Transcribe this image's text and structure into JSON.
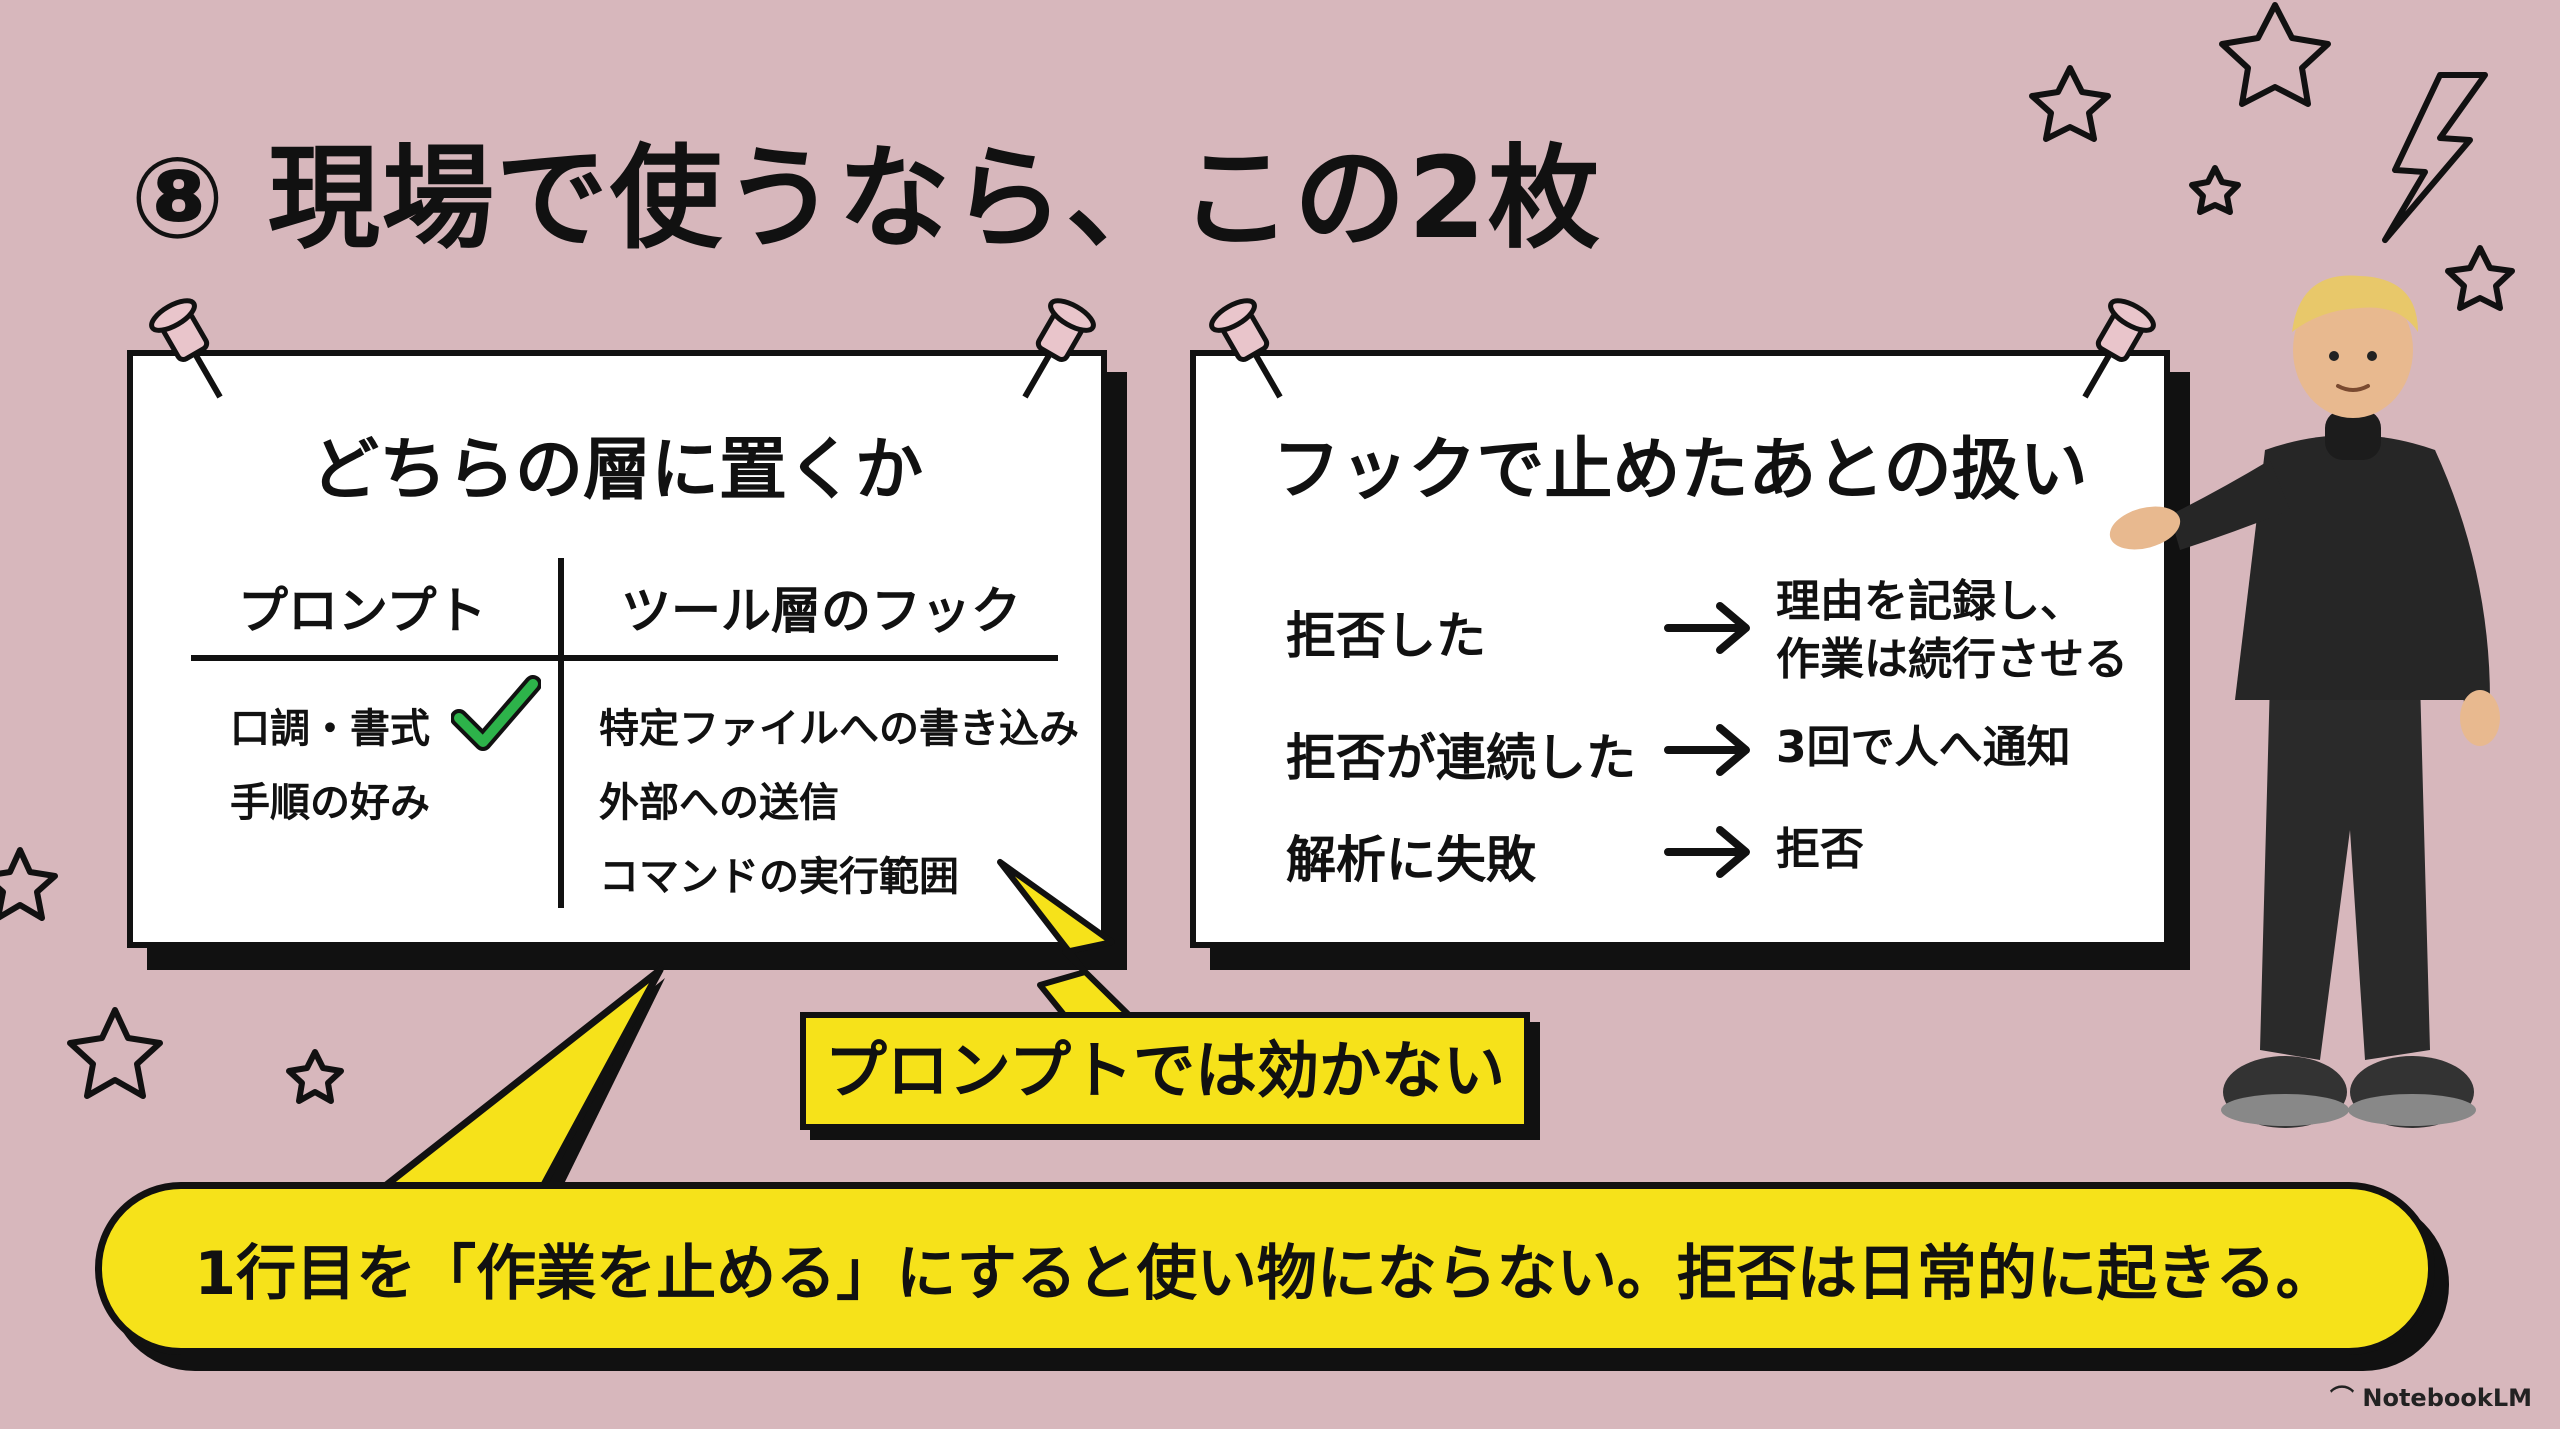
{
  "title": "⑧ 現場で使うなら、この2枚",
  "left_card": {
    "title": "どちらの層に置くか",
    "col_prompt": "プロンプト",
    "col_hook": "ツール層のフック",
    "prompt_items": [
      "口調・書式",
      "手順の好み"
    ],
    "hook_items": [
      "特定ファイルへの書き込み",
      "外部への送信",
      "コマンドの実行範囲"
    ]
  },
  "right_card": {
    "title": "フックで止めたあとの扱い",
    "rows": [
      {
        "condition": "拒否した",
        "result_line1": "理由を記録し、",
        "result_line2": "作業は続行させる"
      },
      {
        "condition": "拒否が連続した",
        "result_line1": "3回で人へ通知",
        "result_line2": ""
      },
      {
        "condition": "解析に失敗",
        "result_line1": "拒否",
        "result_line2": ""
      }
    ]
  },
  "callout": "プロンプトでは効かない",
  "bubble": "1行目を「作業を止める」にすると使い物にならない。拒否は日常的に起きる。",
  "brand": "NotebookLM",
  "colors": {
    "background": "#d7b7bc",
    "accent_yellow": "#f6e21a",
    "check_green": "#2db34a",
    "ink": "#111111"
  }
}
